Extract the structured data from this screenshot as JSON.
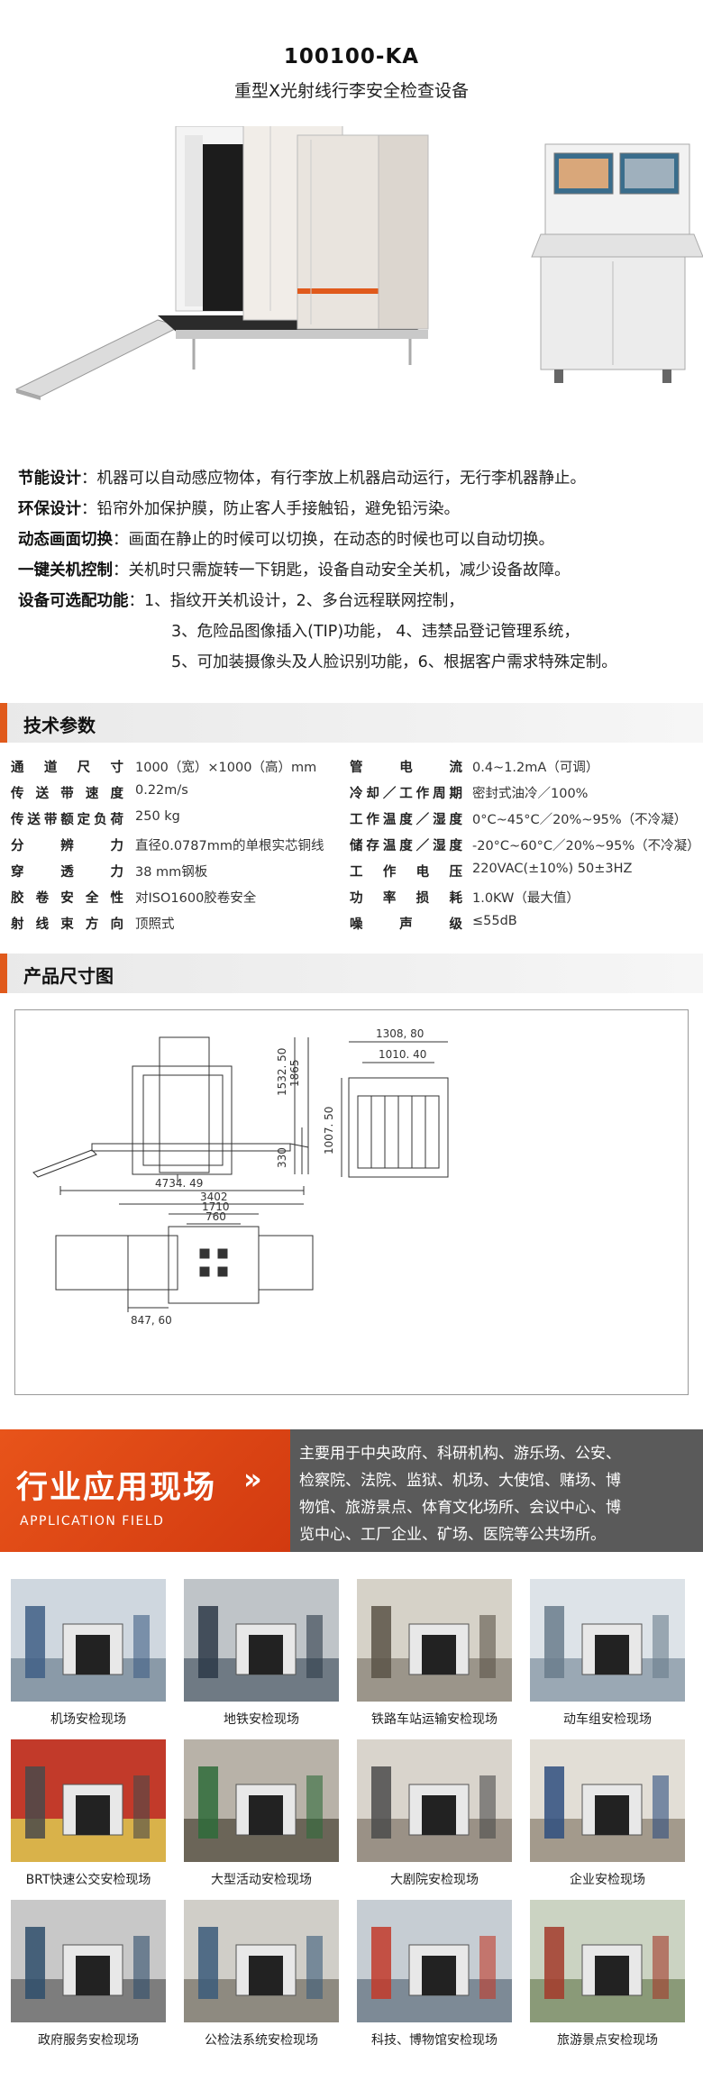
{
  "header": {
    "model": "100100-KA",
    "subtitle": "重型X光射线行李安全检查设备"
  },
  "features": [
    {
      "label": "节能设计",
      "text": "：机器可以自动感应物体，有行李放上机器启动运行，无行李机器静止。"
    },
    {
      "label": "环保设计",
      "text": "：铅帘外加保护膜，防止客人手接触铅，避免铅污染。"
    },
    {
      "label": "动态画面切换",
      "text": "：画面在静止的时候可以切换，在动态的时候也可以自动切换。"
    },
    {
      "label": "一键关机控制",
      "text": "：关机时只需旋转一下钥匙，设备自动安全关机，减少设备故障。"
    },
    {
      "label": "设备可选配功能",
      "text": "：1、指纹开关机设计，2、多台远程联网控制，"
    }
  ],
  "features_extra": [
    "3、危险品图像插入(TIP)功能，  4、违禁品登记管理系统，",
    "5、可加装摄像头及人脸识别功能，6、根据客户需求特殊定制。"
  ],
  "sections": {
    "specs_title": "技术参数",
    "dims_title": "产品尺寸图"
  },
  "specs_left": [
    {
      "label": "通道尺寸",
      "value": "1000（宽）×1000（高）mm"
    },
    {
      "label": "传送带速度",
      "value": "0.22m/s"
    },
    {
      "label": "传送带额定负荷",
      "value": "250 kg"
    },
    {
      "label": "分辨力",
      "value": "直径0.0787mm的单根实芯铜线"
    },
    {
      "label": "穿透力",
      "value": "38 mm钢板"
    },
    {
      "label": "胶卷安全性",
      "value": "对ISO1600胶卷安全"
    },
    {
      "label": "射线束方向",
      "value": "顶照式"
    }
  ],
  "specs_right": [
    {
      "label": "管电流",
      "value": "0.4~1.2mA（可调）"
    },
    {
      "label": "冷却／工作周期",
      "value": "密封式油冷／100%"
    },
    {
      "label": "工作温度／湿度",
      "value": "0°C~45°C／20%~95%（不冷凝）"
    },
    {
      "label": "储存温度／湿度",
      "value": "-20°C~60°C／20%~95%（不冷凝）"
    },
    {
      "label": "工作电压",
      "value": "220VAC(±10%) 50±3HZ"
    },
    {
      "label": "功率损耗",
      "value": "1.0KW（最大值）"
    },
    {
      "label": "噪声级",
      "value": "≤55dB"
    }
  ],
  "dimensions": {
    "h1": "1532. 50",
    "h2": "1865",
    "h3": "330",
    "w_total": "4734. 49",
    "w_3402": "3402",
    "w_1710": "1710",
    "w_760": "760",
    "w_847": "847, 60",
    "side_w1": "1308, 80",
    "side_w2": "1010. 40",
    "side_h": "1007. 50"
  },
  "field": {
    "title": "行业应用现场",
    "arrows": "»",
    "english": "APPLICATION FIELD",
    "desc": [
      "主要用于中央政府、科研机构、游乐场、公安、",
      "检察院、法院、监狱、机场、大使馆、赌场、博",
      "物馆、旅游景点、体育文化场所、会议中心、博",
      "览中心、工厂企业、矿场、医院等公共场所。"
    ]
  },
  "gallery": [
    "机场安检现场",
    "地铁安检现场",
    "铁路车站运输安检现场",
    "动车组安检现场",
    "BRT快速公交安检现场",
    "大型活动安检现场",
    "大剧院安检现场",
    "企业安检现场",
    "政府服务安检现场",
    "公检法系统安检现场",
    "科技、博物馆安检现场",
    "旅游景点安检现场"
  ],
  "colors": {
    "accent": "#e05a1c",
    "field_gray": "#5a5a5a"
  }
}
